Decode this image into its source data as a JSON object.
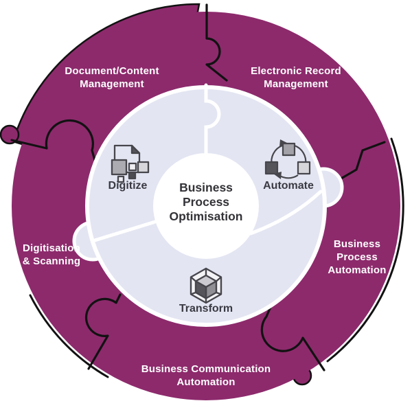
{
  "title": {
    "lines": [
      "Business",
      "Process",
      "Optimisation"
    ]
  },
  "inner_ring": {
    "items": [
      {
        "label": "Digitize",
        "icon": "document-scan-icon"
      },
      {
        "label": "Automate",
        "icon": "cycle-arrows-icon"
      },
      {
        "label": "Transform",
        "icon": "cube-hexagon-icon"
      }
    ]
  },
  "outer_ring": {
    "items": [
      {
        "lines": [
          "Document/Content",
          "Management"
        ]
      },
      {
        "lines": [
          "Electronic Record",
          "Management"
        ]
      },
      {
        "lines": [
          "Business",
          "Process",
          "Automation"
        ]
      },
      {
        "lines": [
          "Business Communication",
          "Automation"
        ]
      },
      {
        "lines": [
          "Digitisation",
          "& Scanning"
        ]
      }
    ]
  },
  "colors": {
    "ring_magenta": "#8d2a6c",
    "inner_lavender": "#e3e5f2",
    "center_white": "#ffffff",
    "outline_black": "#121212",
    "dark_text": "#333338",
    "icon_stroke": "#46464c"
  }
}
